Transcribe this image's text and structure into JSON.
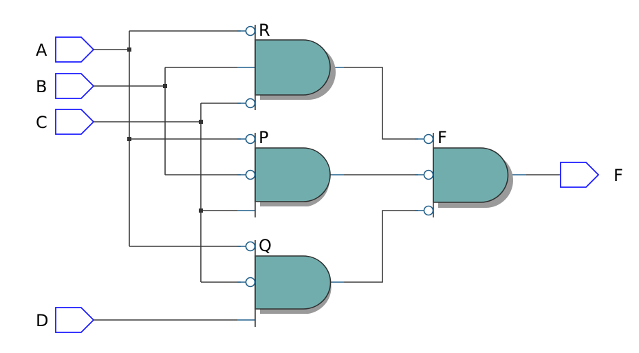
{
  "diagram": {
    "type": "logic-circuit",
    "colors": {
      "gate_fill": "#72adad",
      "pin_outline": "#1a1aff",
      "wire": "#3a3a3a",
      "bubble": "#1f5f8b"
    },
    "inputs": [
      {
        "id": "A",
        "label": "A"
      },
      {
        "id": "B",
        "label": "B"
      },
      {
        "id": "C",
        "label": "C"
      },
      {
        "id": "D",
        "label": "D"
      }
    ],
    "outputs": [
      {
        "id": "F_out",
        "label": "F"
      }
    ],
    "gates": [
      {
        "id": "R",
        "label": "R",
        "type": "AND",
        "inputs": [
          {
            "source": "A",
            "inverted": true
          },
          {
            "source": "B",
            "inverted": false
          },
          {
            "source": "C",
            "inverted": true
          }
        ]
      },
      {
        "id": "P",
        "label": "P",
        "type": "AND",
        "inputs": [
          {
            "source": "A",
            "inverted": true
          },
          {
            "source": "B",
            "inverted": true
          },
          {
            "source": "C",
            "inverted": false
          }
        ]
      },
      {
        "id": "Q",
        "label": "Q",
        "type": "AND",
        "inputs": [
          {
            "source": "A",
            "inverted": true
          },
          {
            "source": "C",
            "inverted": true
          },
          {
            "source": "D",
            "inverted": false
          }
        ]
      },
      {
        "id": "F",
        "label": "F",
        "type": "AND",
        "inputs": [
          {
            "source": "R",
            "inverted": true
          },
          {
            "source": "P",
            "inverted": true
          },
          {
            "source": "Q",
            "inverted": true
          }
        ]
      }
    ]
  }
}
